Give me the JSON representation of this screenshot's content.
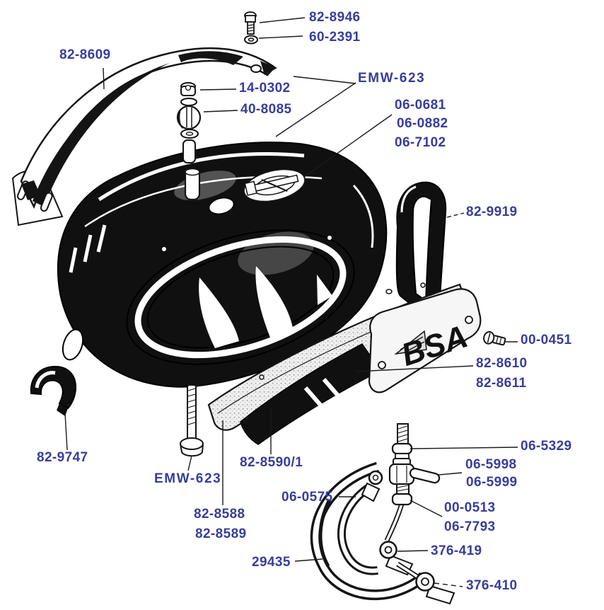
{
  "diagram": {
    "badge_text": "BSA",
    "label_color": "#373d9b",
    "art_color": "#141414",
    "background": "#ffffff"
  },
  "labels": [
    "82-8946",
    "60-2391",
    "82-8609",
    "EMW-623",
    "14-0302",
    "40-8085",
    "06-0681",
    "06-0882",
    "06-7102",
    "82-9919",
    "00-0451",
    "82-8610",
    "82-8611",
    "82-9747",
    "EMW-623",
    "82-8590/1",
    "06-0575",
    "82-8588",
    "82-8589",
    "29435",
    "06-5329",
    "06-5998",
    "06-5999",
    "00-0513",
    "06-7793",
    "376-419",
    "376-410"
  ]
}
